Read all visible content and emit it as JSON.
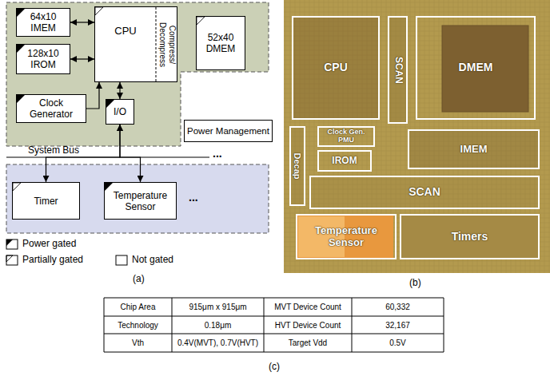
{
  "diagram": {
    "nodes": [
      {
        "text": [
          "64x10 IMEM"
        ]
      },
      {
        "text": [
          "CPU",
          "Compress/ Decompress"
        ]
      },
      {
        "text": [
          "52x40 DMEM"
        ]
      },
      {
        "text": [
          "128x10 IROM"
        ]
      },
      {
        "text": [
          "Clock Generator"
        ]
      },
      {
        "text": [
          "I/O"
        ]
      },
      {
        "text": [
          "Power Management"
        ]
      },
      {
        "text": [
          "Timer"
        ]
      },
      {
        "text": [
          "Temperature Sensor"
        ]
      },
      {
        "text": [
          "CPU"
        ]
      },
      {
        "text": [
          "SCAN"
        ]
      },
      {
        "text": [
          "DMEM"
        ]
      },
      {
        "text": [
          "Decap"
        ]
      },
      {
        "text": [
          "Clock Gen. PMU"
        ]
      },
      {
        "text": [
          "IROM"
        ]
      },
      {
        "text": [
          "IMEM"
        ]
      },
      {
        "text": [
          "SCAN"
        ]
      },
      {
        "text": [
          "Temperature Sensor"
        ]
      },
      {
        "text": [
          "Timers"
        ]
      }
    ],
    "edges": [
      {
        "from": 0,
        "to": 1,
        "arrow": "both"
      },
      {
        "from": 3,
        "to": 1,
        "arrow": "both"
      },
      {
        "from": 4,
        "to": 1,
        "arrow": "to"
      },
      {
        "from": 1,
        "to": 5,
        "arrow": "both"
      },
      {
        "from": 5,
        "to": 7,
        "arrow": "both"
      },
      {
        "from": 5,
        "to": 8,
        "arrow": "both"
      }
    ],
    "labels": [
      "System Bus",
      "...",
      "...",
      "(a)",
      "(b)",
      "Chip Area",
      "915μm x 915μm",
      "MVT Device Count",
      "60,332",
      "Technology",
      "0.18μm",
      "HVT Device Count",
      "32,167",
      "Vth",
      "0.4V(MVT), 0.7V(HVT)",
      "Target Vdd",
      "0.5V",
      "(c)"
    ],
    "legend": [
      {
        "text": "Power gated"
      },
      {
        "text": "Partially gated"
      },
      {
        "text": "Not gated"
      }
    ]
  }
}
